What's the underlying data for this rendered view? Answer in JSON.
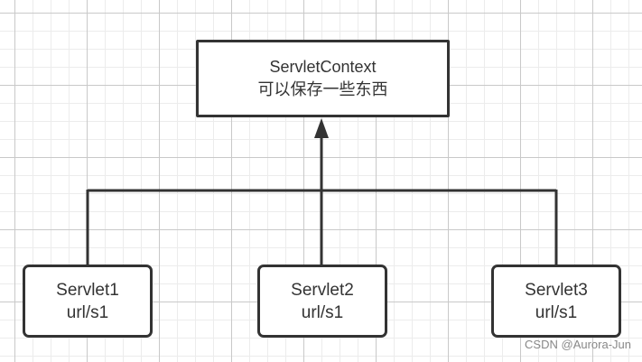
{
  "diagram": {
    "root": {
      "title": "ServletContext",
      "subtitle": "可以保存一些东西"
    },
    "children": [
      {
        "title": "Servlet1",
        "subtitle": "url/s1"
      },
      {
        "title": "Servlet2",
        "subtitle": "url/s1"
      },
      {
        "title": "Servlet3",
        "subtitle": "url/s1"
      }
    ],
    "colors": {
      "stroke": "#333333",
      "grid_major": "#c9c9c9",
      "grid_minor": "#ececec",
      "background": "#ffffff"
    }
  },
  "watermark": "CSDN @Aurora-Jun"
}
